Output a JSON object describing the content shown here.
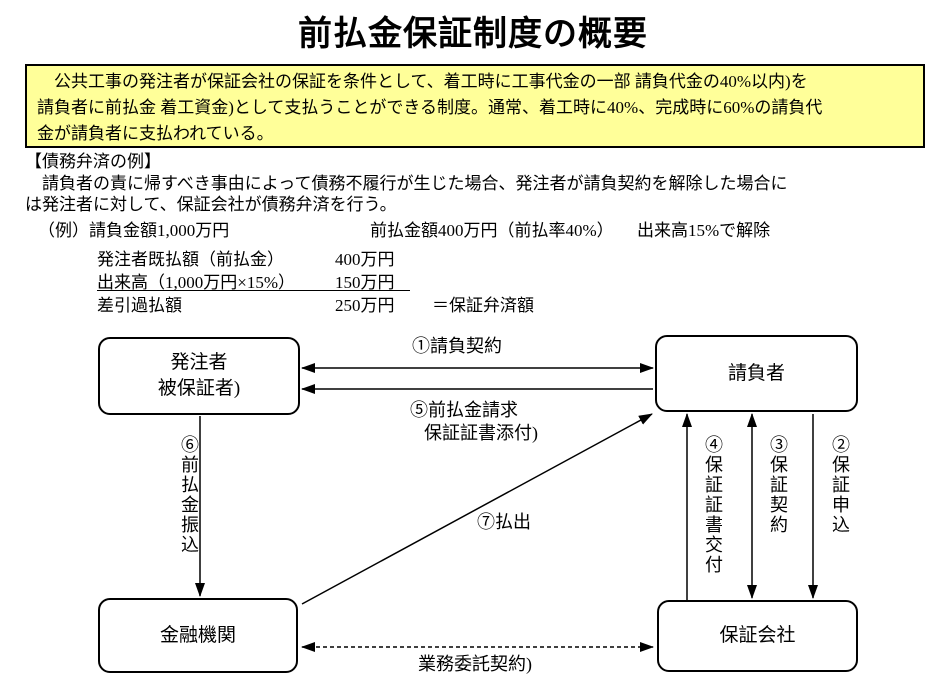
{
  "page": {
    "title": "前払金保証制度の概要"
  },
  "intro": {
    "text": "　公共工事の発注者が保証会社の保証を条件として、着工時に工事代金の一部 請負代金の40%以内)を\n請負者に前払金 着工資金)として支払うことができる制度。通常、着工時に40%、完成時に60%の請負代\n金が請負者に支払われている。"
  },
  "example": {
    "paragraph": "【債務弁済の例】\n　請負者の責に帰すべき事由によって債務不履行が生じた場合、発注者が請負契約を解除した場合に\nは発注者に対して、保証会社が債務弁済を行う。",
    "case": {
      "part1": "（例）請負金額1,000万円",
      "part2": "前払金額400万円（前払率40%）",
      "part3": "出来高15%で解除"
    },
    "rows": [
      {
        "label": "発注者既払額（前払金）",
        "value": "400万円",
        "note": ""
      },
      {
        "label": "出来高（1,000万円×15%）",
        "value": "150万円",
        "note": ""
      },
      {
        "label": "差引過払額",
        "value": "250万円",
        "note": "＝保証弁済額"
      }
    ]
  },
  "diagram": {
    "boxes": {
      "owner": "発注者\n被保証者)",
      "contractor": "請負者",
      "bank": "金融機関",
      "guarantor": "保証会社"
    },
    "labels": {
      "contract": "①請負契約",
      "advance_request_line1": "⑤前払金請求",
      "advance_request_line2": "保証証書添付)",
      "advance_transfer": "⑥前払金振込",
      "payout": "⑦払出",
      "certificate_delivery": "④保証証書交付",
      "guarantee_contract": "③保証契約",
      "guarantee_application": "②保証申込",
      "delegation_contract": "業務委託契約)"
    }
  }
}
